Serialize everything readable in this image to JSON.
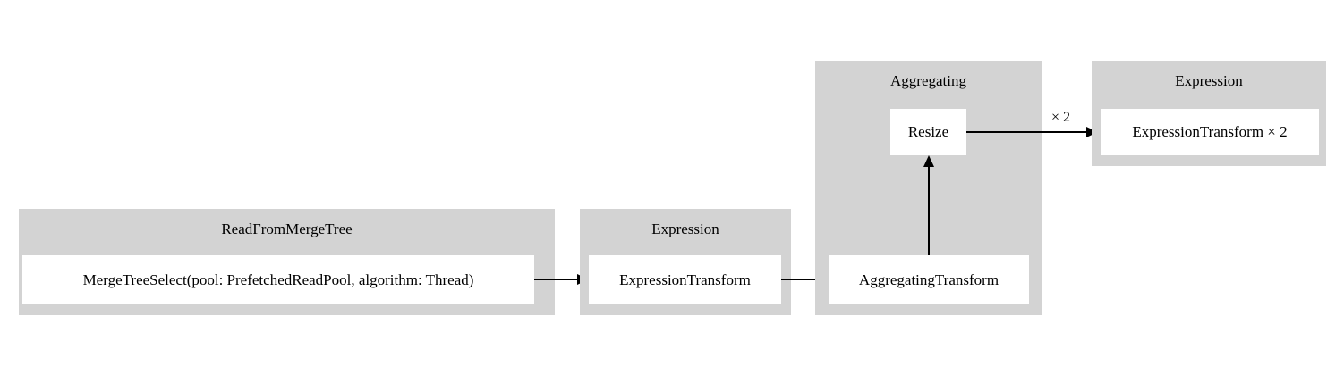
{
  "diagram": {
    "type": "pipeline-graph",
    "background": "#ffffff",
    "cluster_fill": "#d3d3d3",
    "node_fill": "#ffffff",
    "edge_color": "#000000",
    "clusters": [
      {
        "id": "read-from-merge-tree",
        "label": "ReadFromMergeTree",
        "nodes": [
          {
            "id": "merge-tree-select",
            "label": "MergeTreeSelect(pool: PrefetchedReadPool, algorithm: Thread)"
          }
        ]
      },
      {
        "id": "expression-mid",
        "label": "Expression",
        "nodes": [
          {
            "id": "expression-transform",
            "label": "ExpressionTransform"
          }
        ]
      },
      {
        "id": "aggregating",
        "label": "Aggregating",
        "nodes": [
          {
            "id": "resize",
            "label": "Resize"
          },
          {
            "id": "aggregating-transform",
            "label": "AggregatingTransform"
          }
        ]
      },
      {
        "id": "expression-right",
        "label": "Expression",
        "nodes": [
          {
            "id": "expression-transform-x2",
            "label": "ExpressionTransform × 2"
          }
        ]
      }
    ],
    "edges": [
      {
        "id": "edge-select-to-expression",
        "from": "merge-tree-select",
        "to": "expression-transform",
        "label": ""
      },
      {
        "id": "edge-expression-to-aggregating",
        "from": "expression-transform",
        "to": "aggregating-transform",
        "label": ""
      },
      {
        "id": "edge-aggregating-to-resize",
        "from": "aggregating-transform",
        "to": "resize",
        "label": ""
      },
      {
        "id": "edge-resize-to-expression-x2",
        "from": "resize",
        "to": "expression-transform-x2",
        "label": "× 2"
      }
    ]
  }
}
